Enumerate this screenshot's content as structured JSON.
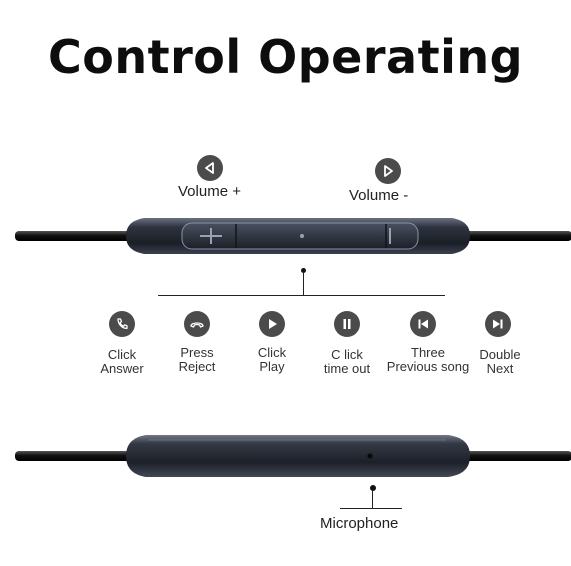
{
  "title": "Control Operating",
  "volume_controls": [
    {
      "label": "Volume +",
      "icon": "triangle-left-icon"
    },
    {
      "label": "Volume -",
      "icon": "triangle-right-icon"
    }
  ],
  "functions": [
    {
      "label": "Click\nAnswer",
      "icon": "phone-answer-icon"
    },
    {
      "label": "Press\nReject",
      "icon": "phone-reject-icon"
    },
    {
      "label": "Click\nPlay",
      "icon": "play-icon"
    },
    {
      "label": "C lick\ntime out",
      "icon": "pause-icon"
    },
    {
      "label": "Three\nPrevious song",
      "icon": "previous-track-icon"
    },
    {
      "label": "Double\nNext",
      "icon": "next-track-icon"
    }
  ],
  "microphone_label": "Microphone",
  "colors": {
    "icon_fill": "#4b4b4b",
    "remote_body": "#2a2f3a",
    "cable": "#111111"
  }
}
